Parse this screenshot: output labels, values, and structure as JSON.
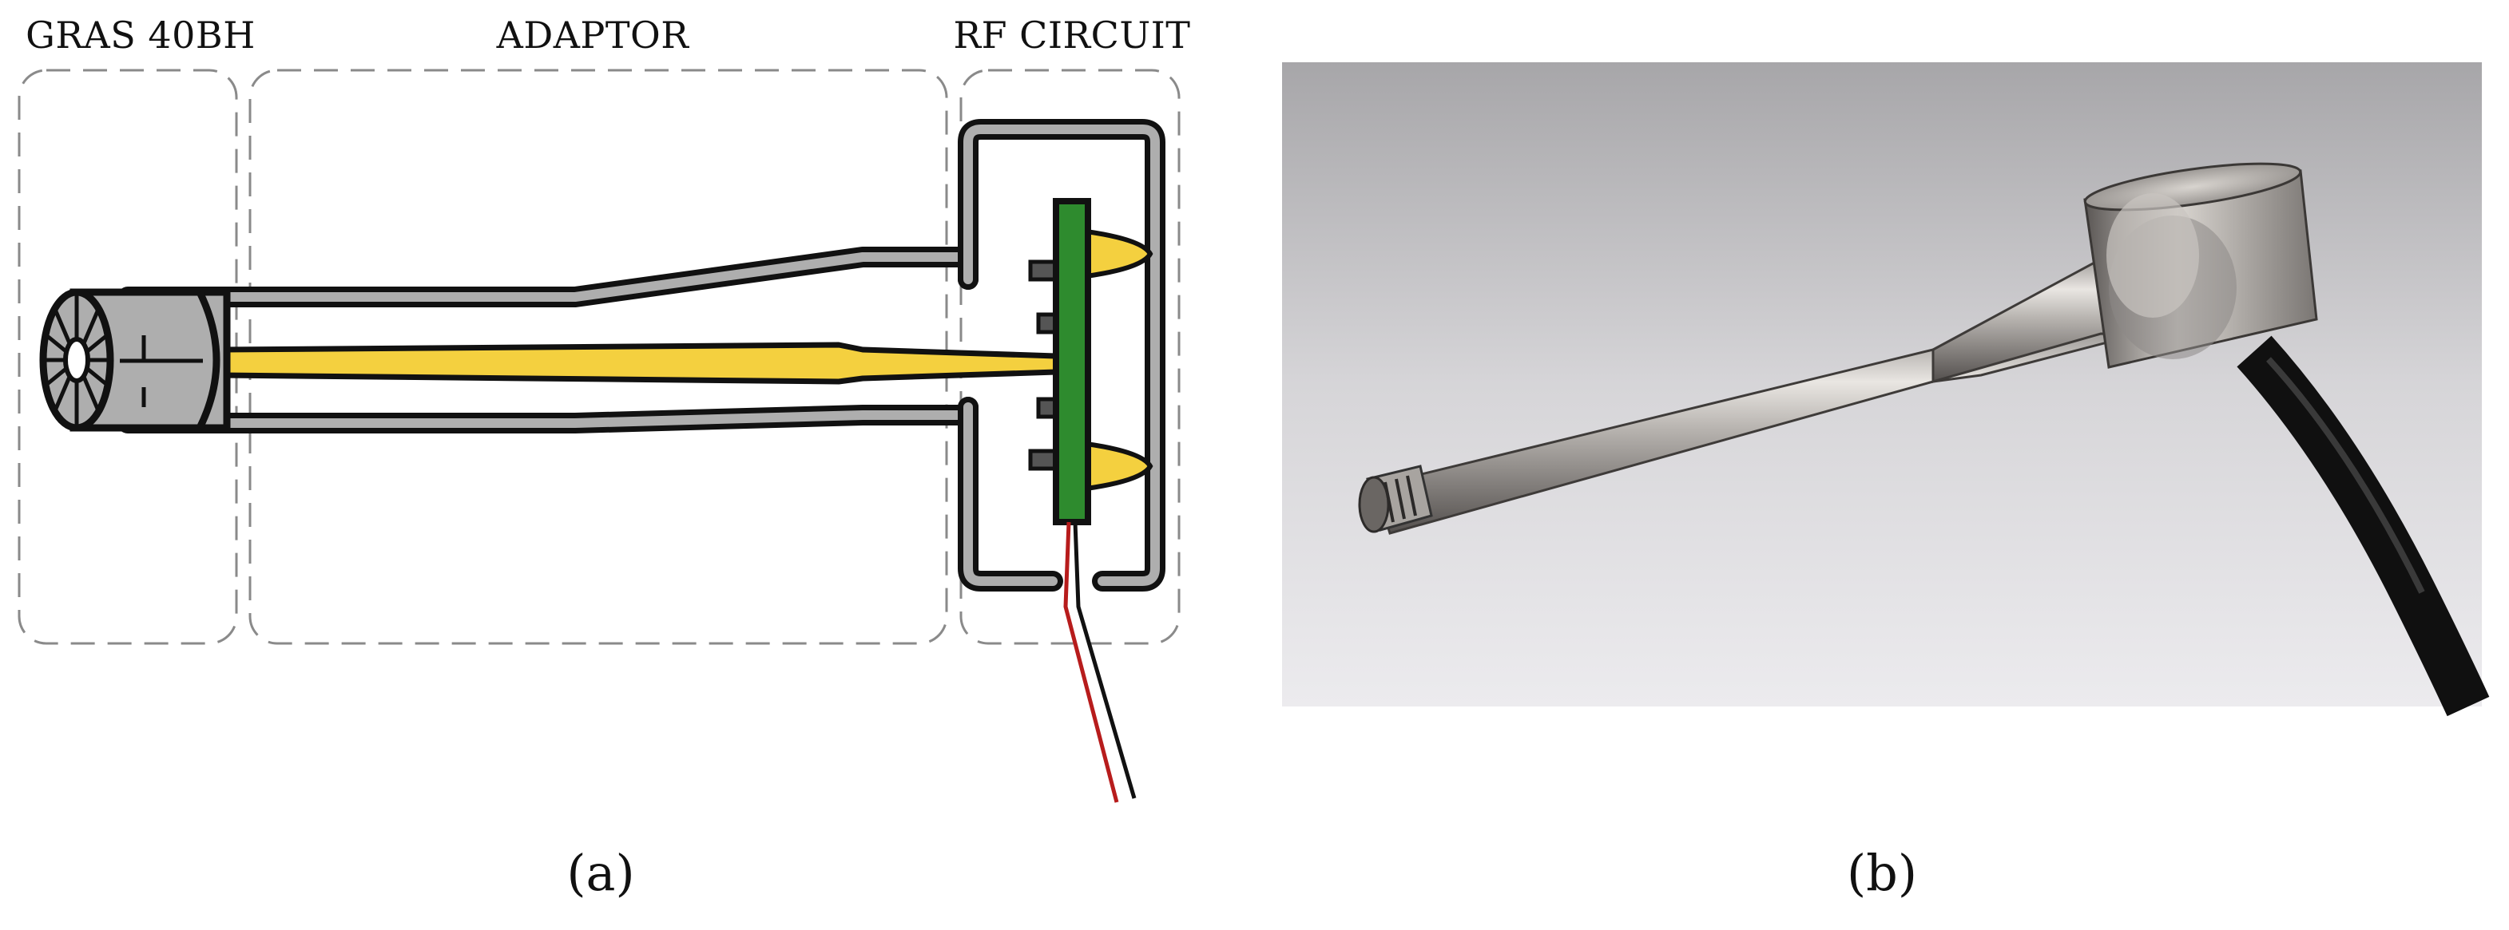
{
  "panel_a": {
    "regions": {
      "left": "GRAS 40BH",
      "middle": "ADAPTOR",
      "right": "RF CIRCUIT"
    },
    "caption": "(a)"
  },
  "panel_b": {
    "caption": "(b)"
  },
  "colors": {
    "tube": "#aeaeae",
    "outline": "#111111",
    "probe": "#f4d03f",
    "pcb": "#2e8b2e",
    "wire_red": "#b71c1c",
    "wire_black": "#111111",
    "dash": "#8a8a8a"
  }
}
